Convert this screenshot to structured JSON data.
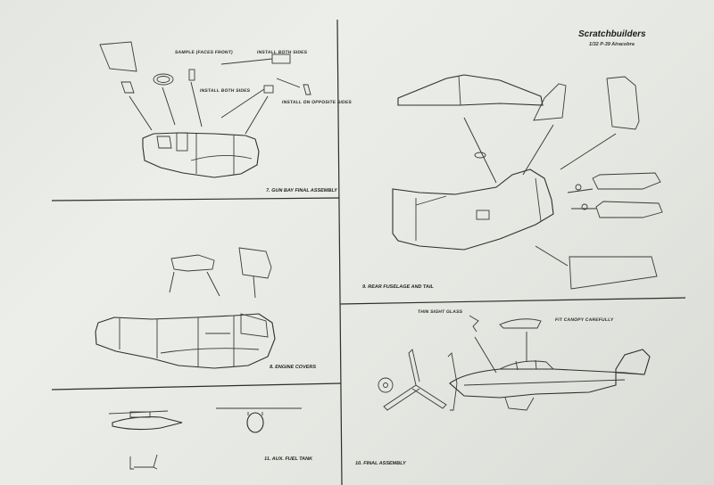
{
  "header": {
    "brand": "Scratchbuilders",
    "subtitle": "1/32 P-39 Airacobra"
  },
  "steps": {
    "gun_bay": "7. GUN BAY FINAL ASSEMBLY",
    "engine_covers": "8. ENGINE COVERS",
    "rear_fuselage": "9. REAR FUSELAGE AND TAIL",
    "fuel_tank": "11. AUX. FUEL TANK",
    "final_assembly": "10. FINAL ASSEMBLY"
  },
  "callouts": {
    "sample_faces_front": "SAMPLE (FACES FRONT)",
    "install_both_sides_top": "INSTALL BOTH SIDES",
    "install_both_sides_mid": "INSTALL BOTH SIDES",
    "install_opposite_sides": "INSTALL ON OPPOSITE SIDES",
    "thin_sight_glass": "THIN SIGHT GLASS",
    "fit_canopy": "FIT CANOPY CAREFULLY"
  }
}
